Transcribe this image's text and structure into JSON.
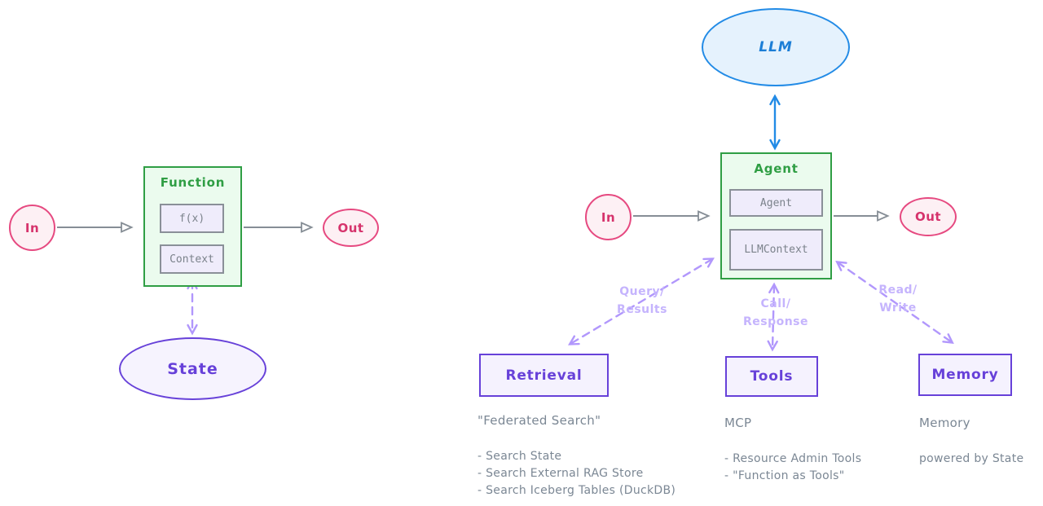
{
  "colors": {
    "green": "#2f9e44",
    "green_fill": "#ebfbee",
    "crimson": "#e64980",
    "crimson_fill": "#fdf0f4",
    "purple": "#6741d9",
    "purple_fill": "#f5f2fe",
    "light_purple_arrow": "#b197fc",
    "blue": "#228be6",
    "blue_fill": "#e5f2fd",
    "gray": "#868e96",
    "note_gray": "#7b8794",
    "inner_fill": "#efecfb"
  },
  "function_diagram": {
    "in_label": "In",
    "out_label": "Out",
    "container_title": "Function",
    "inner": [
      "f(x)",
      "Context"
    ],
    "state_label": "State"
  },
  "agent_diagram": {
    "llm_label": "LLM",
    "in_label": "In",
    "out_label": "Out",
    "container_title": "Agent",
    "inner": [
      "Agent",
      "LLMContext"
    ],
    "edge_labels": {
      "retrieval": [
        "Query/",
        "Results"
      ],
      "tools": [
        "Call/",
        "Response"
      ],
      "memory": [
        "Read/",
        "Write"
      ]
    },
    "nodes": {
      "retrieval": "Retrieval",
      "tools": "Tools",
      "memory": "Memory"
    },
    "notes": {
      "retrieval": {
        "title": "\"Federated Search\"",
        "items": [
          "- Search State",
          "- Search External RAG Store",
          "- Search Iceberg Tables (DuckDB)"
        ]
      },
      "tools": {
        "title": "MCP",
        "items": [
          "- Resource Admin Tools",
          "- \"Function as Tools\""
        ]
      },
      "memory": {
        "title": "Memory",
        "items": [
          "powered by State"
        ]
      }
    }
  }
}
